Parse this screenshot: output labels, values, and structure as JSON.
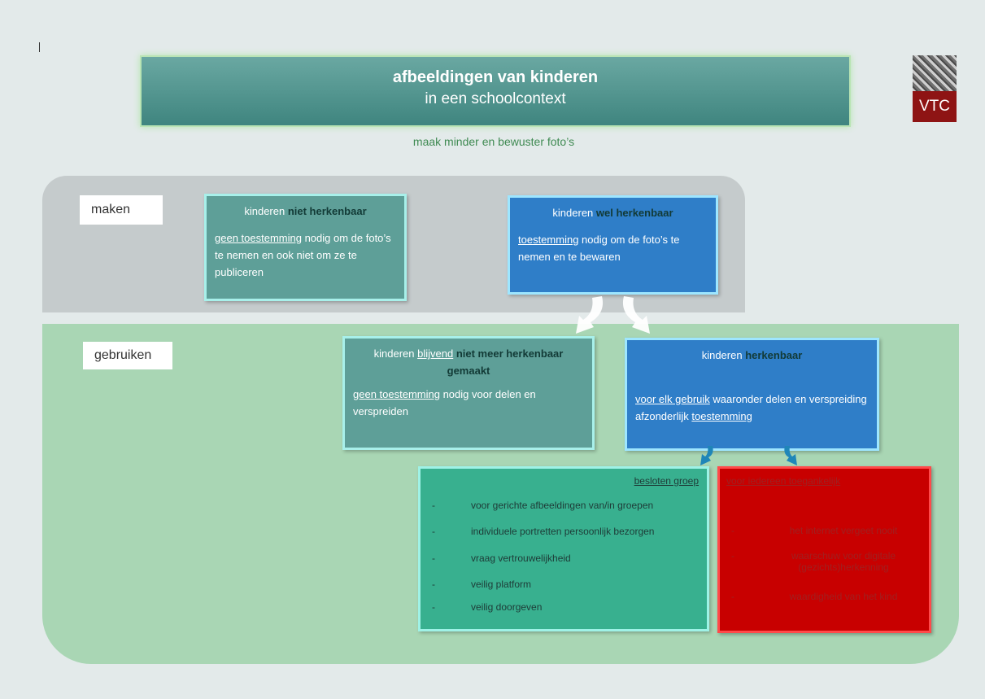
{
  "title": {
    "line1": "afbeeldingen van kinderen",
    "line2": "in een schoolcontext"
  },
  "subtitle": "maak minder en bewuster foto’s",
  "logo": {
    "text": "VTC"
  },
  "sections": {
    "maken": "maken",
    "gebruiken": "gebruiken"
  },
  "box_not_recognizable": {
    "head_pre": "kinderen ",
    "head_emph": "niet herkenbaar",
    "body_u": "geen toestemming",
    "body_rest": " nodig om de foto’s te nemen en ook niet om ze te publiceren"
  },
  "box_recognizable": {
    "head_pre": "kinderen ",
    "head_emph": "wel herkenbaar",
    "body_u": "toestemming",
    "body_rest": " nodig om de foto’s te nemen en te bewaren"
  },
  "box_permanent": {
    "head_pre": "kinderen ",
    "head_u": "blijvend",
    "head_emph": " niet meer herkenbaar",
    "head_line2": "gemaakt",
    "body_u": "geen toestemming",
    "body_rest": " nodig voor delen en verspreiden"
  },
  "box_usage": {
    "head_pre": "kinderen ",
    "head_emph": "herkenbaar",
    "body_u1": "voor elk gebruik",
    "body_mid": " waaronder delen en verspreiding afzonderlijk ",
    "body_u2": "toestemming"
  },
  "closed_group": {
    "heading": "besloten groep",
    "items": [
      "voor gerichte afbeeldingen van/in groepen",
      "individuele portretten persoonlijk bezorgen",
      "vraag vertrouwelijkheid",
      "veilig platform",
      "veilig doorgeven"
    ]
  },
  "public": {
    "heading": "voor iedereen toegankelijk",
    "items": [
      "het internet vergeet nooit",
      "waarschuw voor digitale (gezichts)herkenning",
      "waardigheid van het kind"
    ]
  },
  "list_marker": "-",
  "colors": {
    "banner": "#4f938c",
    "teal_box": "#5e9f98",
    "blue_box": "#2f7ec8",
    "green_box": "#38b08f",
    "red_box": "#c80000",
    "maken_panel": "#c5cbcc",
    "gebruiken_panel": "#a9d6b4"
  }
}
